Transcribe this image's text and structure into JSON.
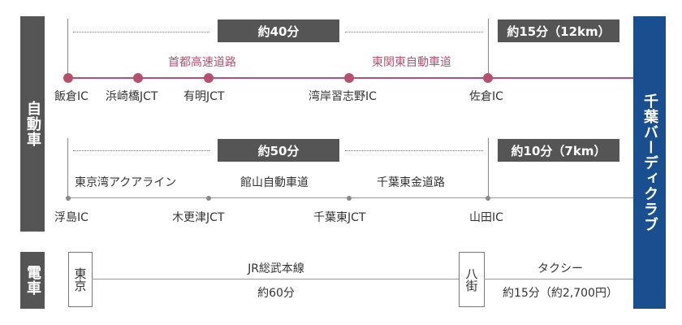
{
  "side_labels": {
    "car": "自動車",
    "train": "電車"
  },
  "destination": "千葉バーディクラブ",
  "row1": {
    "main_time": "約40分",
    "last_time": "約15分（12km）",
    "routes": [
      "首都高速道路",
      "東関東自動車道"
    ],
    "stops": [
      "飯倉IC",
      "浜崎橋JCT",
      "有明JCT",
      "湾岸習志野IC",
      "佐倉IC"
    ]
  },
  "row2": {
    "main_time": "約50分",
    "last_time": "約10分（7km）",
    "routes": [
      "東京湾アクアライン",
      "館山自動車道",
      "千葉東金道路"
    ],
    "stops": [
      "浮島IC",
      "木更津JCT",
      "千葉東JCT",
      "山田IC"
    ]
  },
  "train": {
    "start_station": "東京",
    "line": "JR総武本線",
    "line_time": "約60分",
    "transfer_station": "八街",
    "last_mode": "タクシー",
    "last_time": "約15分（約2,700円）"
  },
  "colors": {
    "expressway": "#b5516f",
    "destination": "#1a4f8f",
    "label_bg": "#555555"
  }
}
